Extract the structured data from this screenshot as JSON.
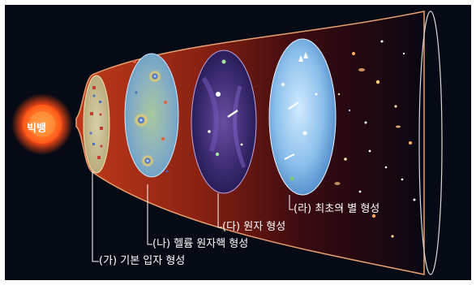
{
  "big_bang": {
    "label": "빅뱅"
  },
  "stages": [
    {
      "label": "(가) 기본 입자 형성"
    },
    {
      "label": "(나) 헬륨 원자핵 형성"
    },
    {
      "label": "(다) 원자 형성"
    },
    {
      "label": "(라) 최초의 별 형성"
    }
  ],
  "colors": {
    "background": "#050a14",
    "cone": "#7a1d12",
    "cone_edge": "#e8a070",
    "bigbang_core": "#ffd070",
    "bigbang_glow": "#ff5a1e"
  }
}
